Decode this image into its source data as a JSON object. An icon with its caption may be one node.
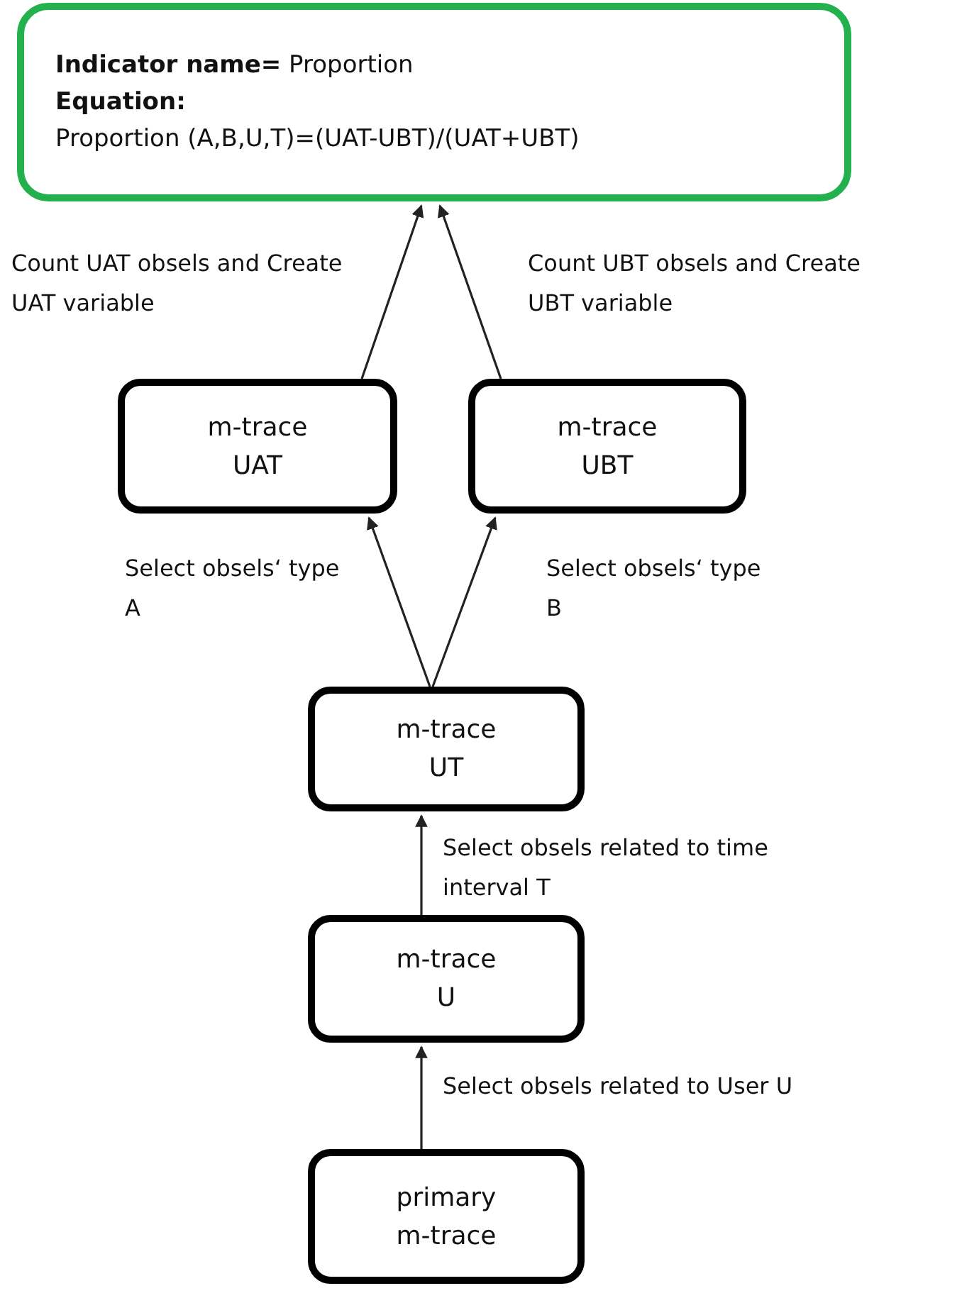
{
  "diagram": {
    "nodes": [
      {
        "text": [
          "**Indicator name=** Proportion",
          "Equation:",
          "Proportion (A,B,U,T)=(UAT-UBT)/(UAT+UBT)"
        ]
      },
      {
        "text": [
          "m-trace UAT"
        ]
      },
      {
        "text": [
          "m-trace UBT"
        ]
      },
      {
        "text": [
          "m-trace UT"
        ]
      },
      {
        "text": [
          "m-trace U"
        ]
      },
      {
        "text": [
          "primary m-trace"
        ]
      }
    ],
    "edges": [
      {
        "from": 1,
        "to": 0,
        "arrow": "to",
        "label": "Count UAT obsels and Create UAT variable"
      },
      {
        "from": 2,
        "to": 0,
        "arrow": "to",
        "label": "Count UBT obsels and Create UBT variable"
      },
      {
        "from": 3,
        "to": 1,
        "arrow": "to",
        "label": "Select obsels‘ type A"
      },
      {
        "from": 3,
        "to": 2,
        "arrow": "to",
        "label": "Select obsels‘ type B"
      },
      {
        "from": 4,
        "to": 3,
        "arrow": "to",
        "label": "Select obsels related to time interval T"
      },
      {
        "from": 5,
        "to": 4,
        "arrow": "to",
        "label": "Select obsels related to User U"
      }
    ]
  }
}
